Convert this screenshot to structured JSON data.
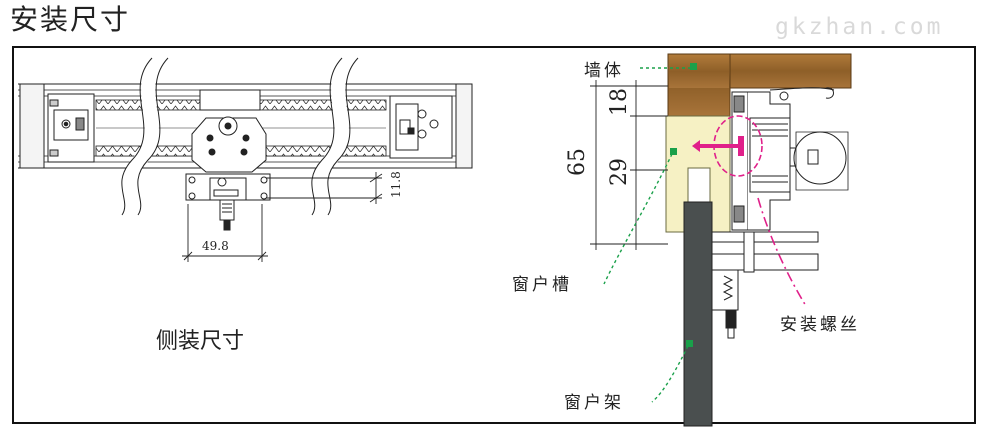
{
  "page": {
    "title": "安装尺寸",
    "watermark": "gkzhan.com"
  },
  "side_view": {
    "caption": "侧装尺寸",
    "dim_width": "49.8",
    "dim_height": "11.8"
  },
  "section_view": {
    "label_wall": "墙体",
    "label_window_slot": "窗户槽",
    "label_screw": "安装螺丝",
    "label_window_frame": "窗户架",
    "dim_total": "65",
    "dim_top": "18",
    "dim_bottom": "29"
  },
  "colors": {
    "wall_wood": "#9a6a2e",
    "slot_fill": "#f6f1c4",
    "frame_dark": "#4a4f4f",
    "screw_accent": "#e0208a",
    "marker_green": "#1aa04a"
  }
}
